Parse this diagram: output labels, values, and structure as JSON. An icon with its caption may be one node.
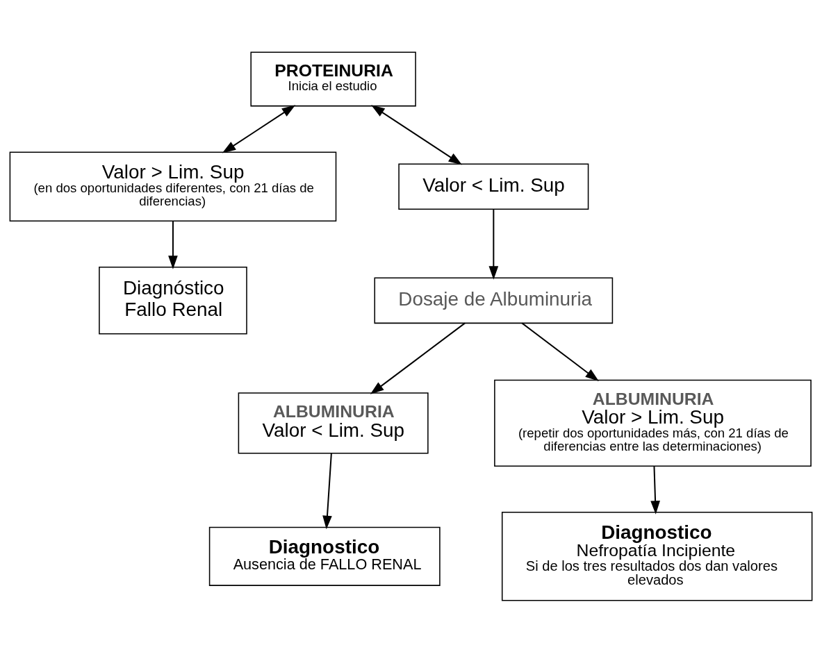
{
  "diagram": {
    "nodes": [
      {
        "text": [
          "PROTEINURIA",
          "Inicia el estudio"
        ]
      },
      {
        "text": [
          "Valor > Lim. Sup",
          "(en dos oportunidades diferentes, con 21 días de diferencias)"
        ]
      },
      {
        "text": [
          "Valor < Lim. Sup"
        ]
      },
      {
        "text": [
          "Diagnóstico",
          "Fallo Renal"
        ]
      },
      {
        "text": [
          "Dosaje de Albuminuria"
        ]
      },
      {
        "text": [
          "ALBUMINURIA",
          "Valor < Lim. Sup"
        ]
      },
      {
        "text": [
          "ALBUMINURIA",
          "Valor > Lim. Sup",
          "(repetir dos oportunidades más, con 21 días de diferencias entre las determinaciones)"
        ]
      },
      {
        "text": [
          "Diagnostico",
          "Ausencia de FALLO RENAL"
        ]
      },
      {
        "text": [
          "Diagnostico",
          "Nefropatía Incipiente",
          "Si de los tres resultados dos dan valores elevados"
        ]
      }
    ],
    "edges": [
      {
        "from": 0,
        "to": 1,
        "arrow": "both"
      },
      {
        "from": 0,
        "to": 2,
        "arrow": "both"
      },
      {
        "from": 1,
        "to": 3,
        "arrow": "to"
      },
      {
        "from": 2,
        "to": 4,
        "arrow": "to"
      },
      {
        "from": 4,
        "to": 5,
        "arrow": "to"
      },
      {
        "from": 4,
        "to": 6,
        "arrow": "to"
      },
      {
        "from": 5,
        "to": 7,
        "arrow": "to"
      },
      {
        "from": 6,
        "to": 8,
        "arrow": "to"
      }
    ]
  }
}
